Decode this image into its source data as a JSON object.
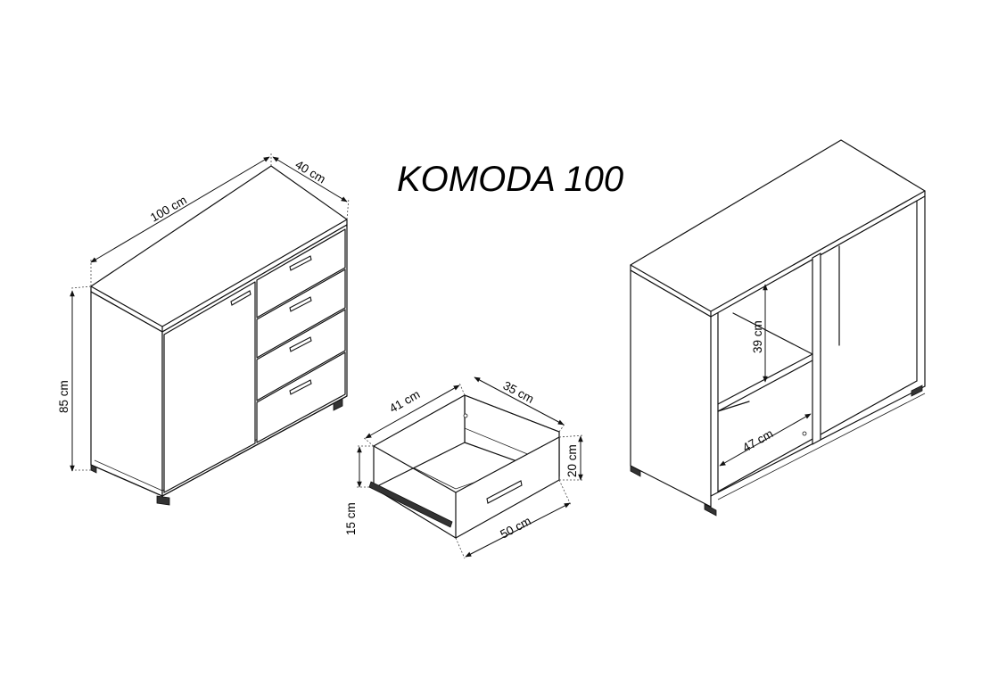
{
  "title": "KOMODA 100",
  "dimensions": {
    "width": "100 cm",
    "depth": "40 cm",
    "height": "85 cm",
    "drawer_width": "41 cm",
    "drawer_depth": "35 cm",
    "drawer_front_height": "20 cm",
    "drawer_inner_height": "15 cm",
    "drawer_front_width": "50 cm",
    "shelf_height": "39 cm",
    "shelf_width": "47 cm"
  }
}
